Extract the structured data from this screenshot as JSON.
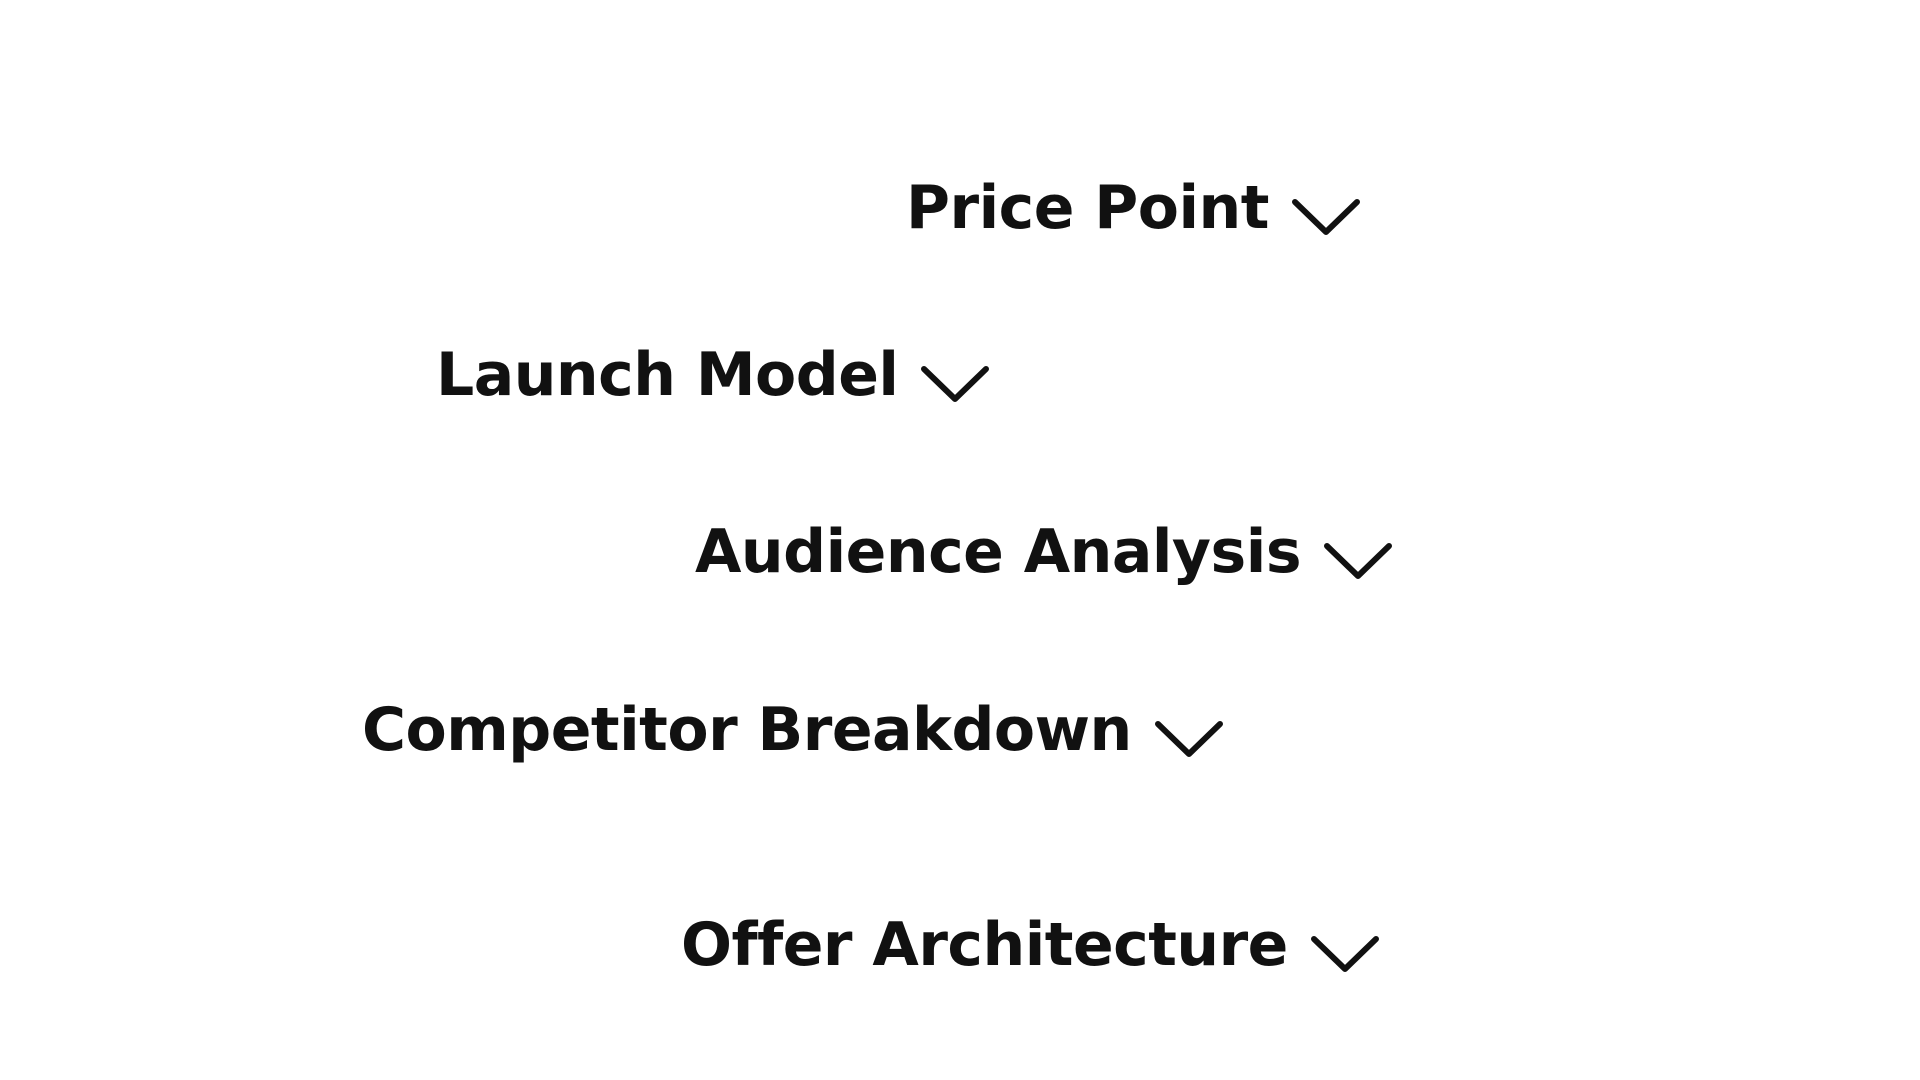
{
  "toggles": [
    {
      "label": "Price Point",
      "icon": "chevron-down-icon"
    },
    {
      "label": "Launch Model",
      "icon": "chevron-down-icon"
    },
    {
      "label": "Audience Analysis",
      "icon": "chevron-down-icon"
    },
    {
      "label": "Competitor Breakdown",
      "icon": "chevron-down-icon"
    },
    {
      "label": "Offer Architecture",
      "icon": "chevron-down-icon"
    }
  ],
  "colors": {
    "background": "#ffffff",
    "text": "#111111"
  }
}
